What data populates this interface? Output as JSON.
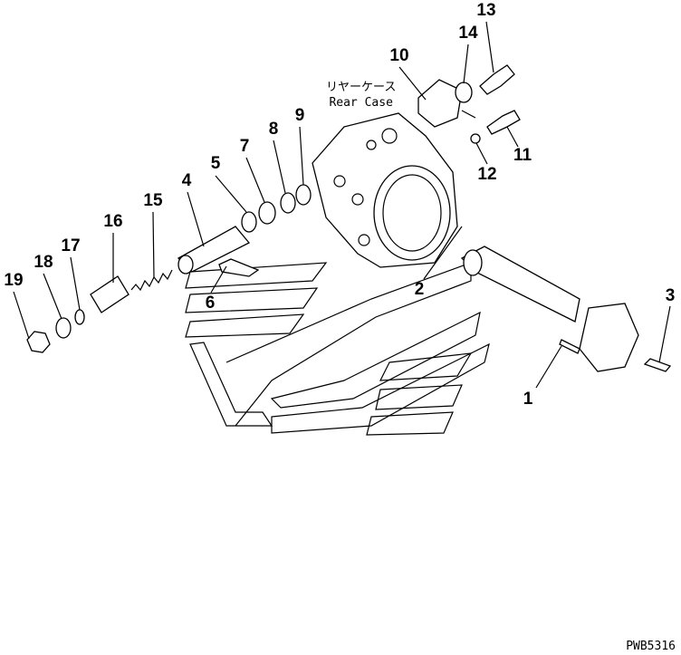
{
  "diagram": {
    "callouts": [
      "1",
      "2",
      "3",
      "4",
      "5",
      "6",
      "7",
      "8",
      "9",
      "10",
      "11",
      "12",
      "13",
      "14",
      "15",
      "16",
      "17",
      "18",
      "19"
    ],
    "rear_case_label_jp": "リヤーケース",
    "rear_case_label_en": "Rear Case",
    "drawing_code": "PWB5316"
  }
}
